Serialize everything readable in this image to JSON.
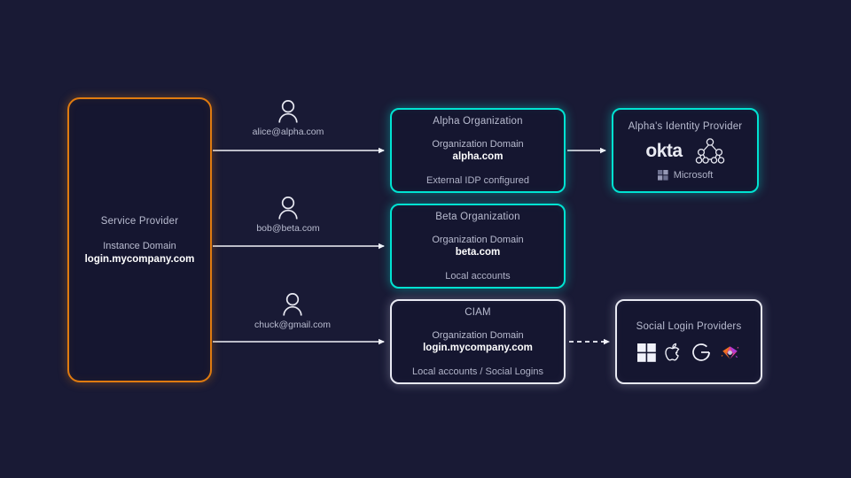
{
  "canvas": {
    "background": "#191a35",
    "accent_orange": "#e07b10",
    "accent_teal": "#00e3d2",
    "accent_white": "#e8e9f2"
  },
  "service_provider": {
    "title": "Service Provider",
    "domain_label": "Instance Domain",
    "domain_value": "login.mycompany.com"
  },
  "users": [
    {
      "id": "alice",
      "icon": "person-icon",
      "email": "alice@alpha.com"
    },
    {
      "id": "bob",
      "icon": "person-icon",
      "email": "bob@beta.com"
    },
    {
      "id": "chuck",
      "icon": "person-icon",
      "email": "chuck@gmail.com"
    }
  ],
  "organizations": [
    {
      "id": "alpha",
      "title": "Alpha Organization",
      "domain_label": "Organization Domain",
      "domain_value": "alpha.com",
      "note": "External IDP configured",
      "border_color": "#00e3d2"
    },
    {
      "id": "beta",
      "title": "Beta Organization",
      "domain_label": "Organization Domain",
      "domain_value": "beta.com",
      "note": "Local accounts",
      "border_color": "#00e3d2"
    },
    {
      "id": "ciam",
      "title": "CIAM",
      "domain_label": "Organization Domain",
      "domain_value": "login.mycompany.com",
      "note": "Local accounts / Social Logins",
      "border_color": "#e8e9f2"
    }
  ],
  "identity_provider": {
    "title": "Alpha's Identity Provider",
    "okta_label": "okta",
    "directory_icon": "ldap-tree-icon",
    "microsoft_label": "Microsoft",
    "border_color": "#00e3d2"
  },
  "social_providers": {
    "title": "Social  Login Providers",
    "icons": [
      "microsoft-icon",
      "apple-icon",
      "google-icon",
      "gitlab-icon"
    ],
    "border_color": "#e8e9f2"
  },
  "connections": [
    {
      "from": "service-provider",
      "to": "alpha-organization",
      "style": "solid"
    },
    {
      "from": "service-provider",
      "to": "beta-organization",
      "style": "solid"
    },
    {
      "from": "service-provider",
      "to": "ciam-organization",
      "style": "solid"
    },
    {
      "from": "alpha-organization",
      "to": "alpha-identity-provider",
      "style": "solid"
    },
    {
      "from": "ciam-organization",
      "to": "social-login-providers",
      "style": "dashed"
    }
  ]
}
